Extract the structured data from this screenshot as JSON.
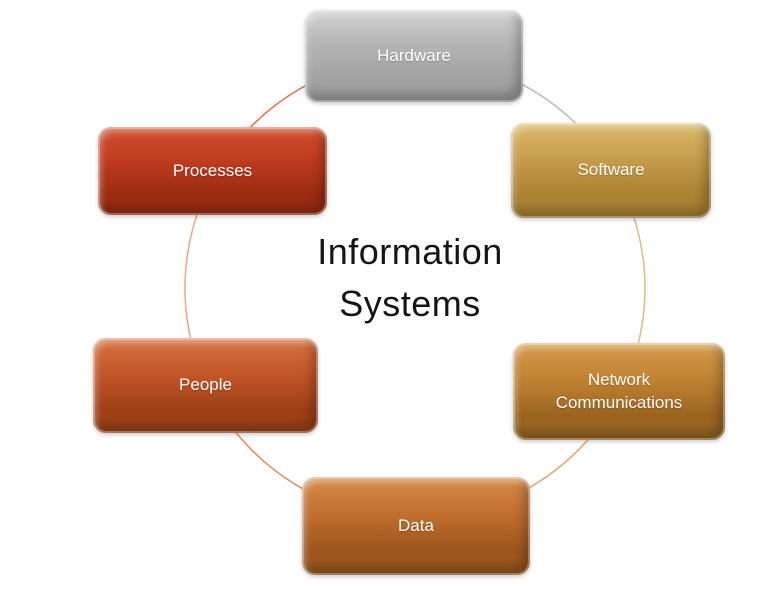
{
  "diagram": {
    "type": "cycle",
    "title": "Information Systems",
    "title_lines": [
      "Information",
      "Systems"
    ],
    "nodes": [
      {
        "label": "Hardware",
        "color": "#a9a9a9"
      },
      {
        "label": "Software",
        "color": "#c79d4c"
      },
      {
        "label": "Network Communications",
        "color": "#c08232"
      },
      {
        "label": "Data",
        "color": "#c16f2e"
      },
      {
        "label": "People",
        "color": "#c25628"
      },
      {
        "label": "Processes",
        "color": "#c03b1f"
      }
    ],
    "ring_segment_colors": {
      "hardware_to_software": "#bdbdbd",
      "software_to_network": "#d9c08c",
      "network_to_data": "#e2aa72",
      "data_to_people": "#dd9160",
      "people_to_processes": "#edab8a",
      "processes_to_hardware": "#e87053"
    }
  }
}
